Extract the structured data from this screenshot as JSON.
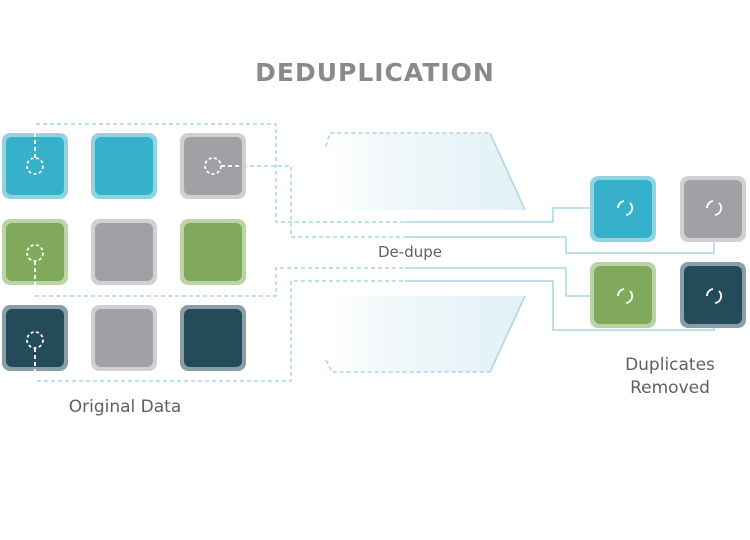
{
  "title": "DEDUPLICATION",
  "labels": {
    "original": "Original Data",
    "dedupe": "De-dupe",
    "result_line1": "Duplicates",
    "result_line2": "Removed"
  },
  "colors": {
    "blue": {
      "fill": "#36b0cb",
      "border": "#92d3e2"
    },
    "gray": {
      "fill": "#a0a1a5",
      "border": "#cfd0d2"
    },
    "green": {
      "fill": "#80a95b",
      "border": "#bcd3a5"
    },
    "navy": {
      "fill": "#244b5a",
      "border": "#8a9ea5"
    },
    "pipe": "#a8d6e3",
    "title": "#8a8a8a",
    "text": "#5e6064"
  },
  "original_grid": [
    [
      "blue",
      "blue",
      "gray"
    ],
    [
      "green",
      "gray",
      "green"
    ],
    [
      "navy",
      "gray",
      "navy"
    ]
  ],
  "deduplicated_grid": [
    [
      "blue",
      "gray"
    ],
    [
      "green",
      "navy"
    ]
  ]
}
